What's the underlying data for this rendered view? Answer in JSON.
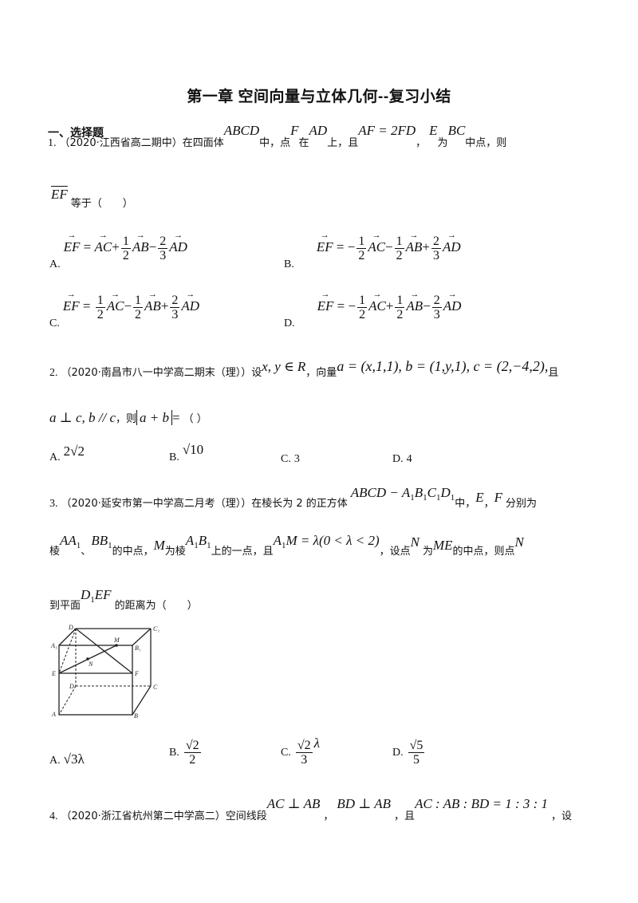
{
  "document": {
    "title": "第一章 空间向量与立体几何--复习小结",
    "section": "一、选择题"
  },
  "questions": [
    {
      "number": "1.",
      "source": "（2020·江西省高二期中）",
      "stem_parts": [
        "在四面体",
        "ABCD",
        "中，点",
        "F",
        "在",
        "AD",
        "上，且",
        "AF = 2FD",
        "，",
        "E",
        "为",
        "BC",
        "中点，则"
      ],
      "line2_math": "EF",
      "line2_text": "等于（　　）",
      "options": [
        {
          "label": "A.",
          "lhs": "EF",
          "terms": [
            "= AC",
            "+ 1/2 AB",
            "− 2/3 AD"
          ]
        },
        {
          "label": "B.",
          "lhs": "EF",
          "terms": [
            "= −1/2 AC",
            "− 1/2 AB",
            "+ 2/3 AD"
          ]
        },
        {
          "label": "C.",
          "lhs": "EF",
          "terms": [
            "= 1/2 AC",
            "− 1/2 AB",
            "+ 2/3 AD"
          ]
        },
        {
          "label": "D.",
          "lhs": "EF",
          "terms": [
            "= −1/2 AC",
            "+ 1/2 AB",
            "− 2/3 AD"
          ]
        }
      ]
    },
    {
      "number": "2.",
      "source": "（2020·南昌市八一中学高二期末（理））",
      "stem_parts": [
        "设",
        "x, y ∈ R",
        "，向量",
        "a = (x,1,1), b = (1,y,1), c = (2,−4,2),",
        "且"
      ],
      "line2_math": "a ⊥ c, b // c",
      "line2_text1": "，则",
      "line2_abs": "a + b",
      "line2_eq": "=",
      "line2_text2": "（ ）",
      "options": [
        {
          "label": "A.",
          "value": "2√2"
        },
        {
          "label": "B.",
          "value": "√10"
        },
        {
          "label": "C.",
          "value": "3"
        },
        {
          "label": "D.",
          "value": "4"
        }
      ]
    },
    {
      "number": "3.",
      "source": "（2020·延安市第一中学高二月考（理））",
      "stem_line1": [
        "在棱长为 2 的正方体",
        "ABCD − A1B1C1D1",
        "中，",
        "E",
        "，",
        "F",
        "分别为"
      ],
      "stem_line2": [
        "棱",
        "AA1",
        "、",
        "BB1",
        "的中点，",
        "M",
        "为棱",
        "A1B1",
        "上的一点，且",
        "A1M = λ(0 < λ < 2)",
        "，设点",
        "N",
        "为",
        "ME",
        "的中点，则点",
        "N"
      ],
      "stem_line3": [
        "到平面",
        "D1EF",
        "的距离为（　　）"
      ],
      "figure": {
        "vertex_labels": [
          "D1",
          "C1",
          "A1",
          "B1",
          "M",
          "N",
          "E",
          "F",
          "D",
          "C",
          "A",
          "B"
        ]
      },
      "options": [
        {
          "label": "A.",
          "value": "√3λ"
        },
        {
          "label": "B.",
          "value": "√2/2"
        },
        {
          "label": "C.",
          "value": "√2/3 λ"
        },
        {
          "label": "D.",
          "value": "√5/5"
        }
      ]
    },
    {
      "number": "4.",
      "source": "（2020·浙江省杭州第二中学高二）",
      "stem_parts": [
        "空间线段",
        "AC ⊥ AB",
        "，",
        "BD ⊥ AB",
        "，且",
        "AC : AB : BD = 1 : 3 : 1",
        "，设"
      ]
    }
  ]
}
